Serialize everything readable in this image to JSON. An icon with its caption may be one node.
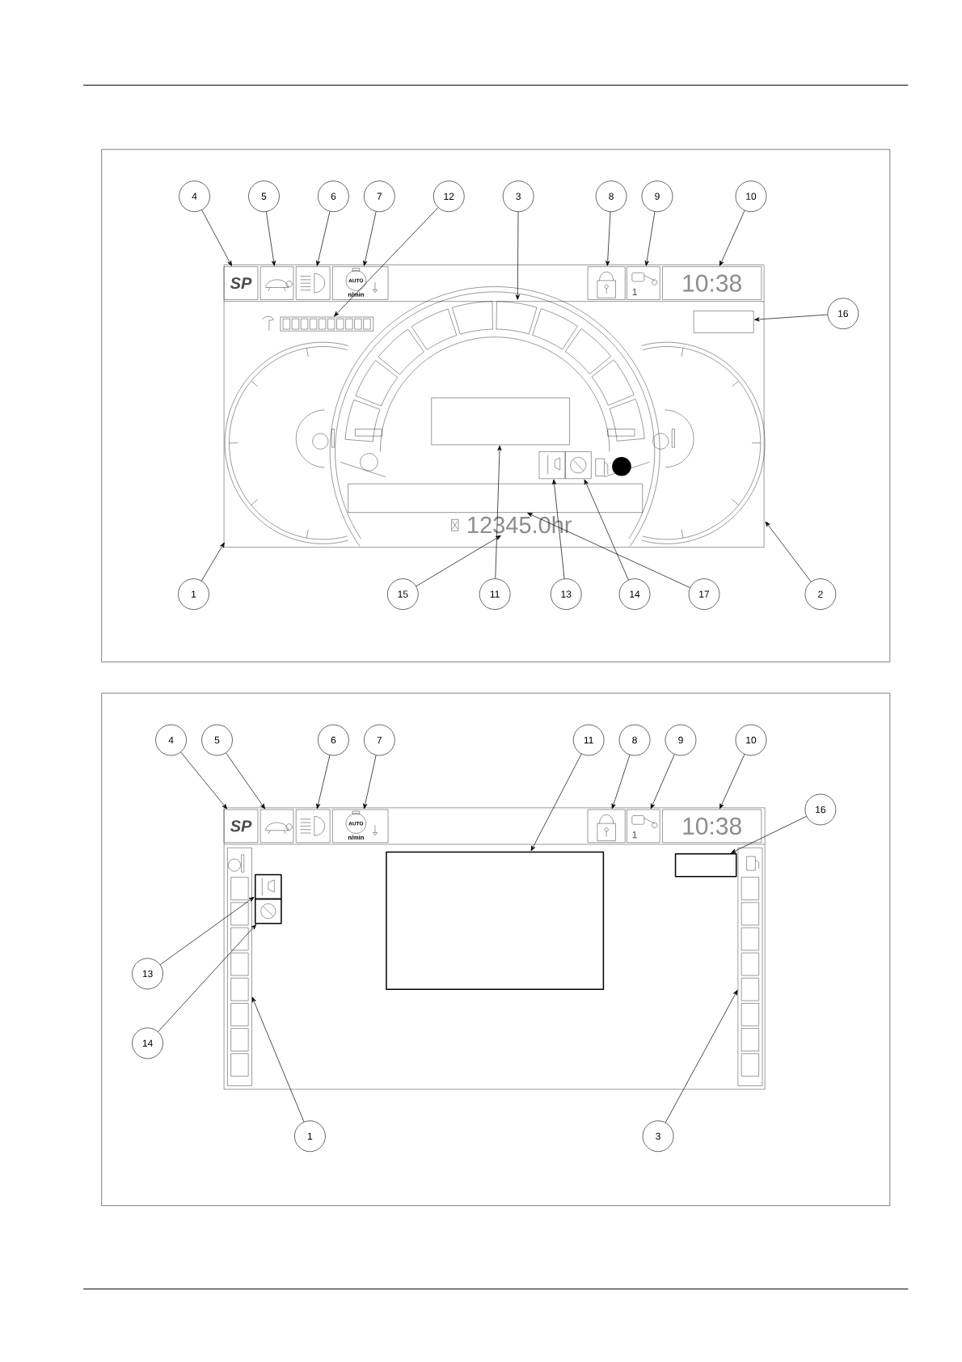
{
  "diagram": {
    "nodes": [
      {
        "text": [
          "4"
        ]
      },
      {
        "text": [
          "5"
        ]
      },
      {
        "text": [
          "6"
        ]
      },
      {
        "text": [
          "7"
        ]
      },
      {
        "text": [
          "12"
        ]
      },
      {
        "text": [
          "3"
        ]
      },
      {
        "text": [
          "8"
        ]
      },
      {
        "text": [
          "9"
        ]
      },
      {
        "text": [
          "10"
        ]
      },
      {
        "text": [
          "16"
        ]
      },
      {
        "text": [
          "1"
        ]
      },
      {
        "text": [
          "15"
        ]
      },
      {
        "text": [
          "11"
        ]
      },
      {
        "text": [
          "13"
        ]
      },
      {
        "text": [
          "14"
        ]
      },
      {
        "text": [
          "17"
        ]
      },
      {
        "text": [
          "2"
        ]
      },
      {
        "text": [
          "4"
        ]
      },
      {
        "text": [
          "5"
        ]
      },
      {
        "text": [
          "6"
        ]
      },
      {
        "text": [
          "7"
        ]
      },
      {
        "text": [
          "11"
        ]
      },
      {
        "text": [
          "8"
        ]
      },
      {
        "text": [
          "9"
        ]
      },
      {
        "text": [
          "10"
        ]
      },
      {
        "text": [
          "16"
        ]
      },
      {
        "text": [
          "13"
        ]
      },
      {
        "text": [
          "14"
        ]
      },
      {
        "text": [
          "1"
        ]
      },
      {
        "text": [
          "3"
        ]
      },
      {
        "text": [
          "SP"
        ]
      },
      {
        "text": [],
        "shape": "picture"
      },
      {
        "text": [],
        "shape": "picture"
      },
      {
        "text": [
          "AUTO",
          "n/min"
        ]
      },
      {
        "text": [],
        "shape": "bar"
      },
      {
        "text": [],
        "shape": "segment"
      },
      {
        "text": [],
        "shape": "picture"
      },
      {
        "text": [
          "1"
        ]
      },
      {
        "text": [
          "10:38"
        ]
      },
      {
        "text": [],
        "shape": "box"
      },
      {
        "text": [],
        "shape": "gauge"
      },
      {
        "text": [
          "12345.0hr"
        ]
      },
      {
        "text": [],
        "shape": "box"
      },
      {
        "text": [],
        "shape": "picture"
      },
      {
        "text": [],
        "shape": "picture"
      },
      {
        "text": [],
        "shape": "box"
      },
      {
        "text": [],
        "shape": "gauge"
      },
      {
        "text": [
          "SP"
        ]
      },
      {
        "text": [],
        "shape": "picture"
      },
      {
        "text": [],
        "shape": "picture"
      },
      {
        "text": [
          "AUTO",
          "n/min"
        ]
      },
      {
        "text": [],
        "shape": "box"
      },
      {
        "text": [],
        "shape": "picture"
      },
      {
        "text": [
          "1"
        ]
      },
      {
        "text": [
          "10:38"
        ]
      },
      {
        "text": [],
        "shape": "box"
      },
      {
        "text": [],
        "shape": "picture"
      },
      {
        "text": [],
        "shape": "picture"
      },
      {
        "text": [],
        "shape": "bar"
      },
      {
        "text": [],
        "shape": "bar"
      }
    ],
    "edges": [
      {
        "from": 0,
        "to": 30,
        "arrow": "to"
      },
      {
        "from": 1,
        "to": 31,
        "arrow": "to"
      },
      {
        "from": 2,
        "to": 32,
        "arrow": "to"
      },
      {
        "from": 3,
        "to": 33,
        "arrow": "to"
      },
      {
        "from": 4,
        "to": 34,
        "arrow": "to"
      },
      {
        "from": 5,
        "to": 35,
        "arrow": "to"
      },
      {
        "from": 6,
        "to": 36,
        "arrow": "to"
      },
      {
        "from": 7,
        "to": 37,
        "arrow": "to"
      },
      {
        "from": 8,
        "to": 38,
        "arrow": "to"
      },
      {
        "from": 9,
        "to": 39,
        "arrow": "to"
      },
      {
        "from": 10,
        "to": 40,
        "arrow": "to"
      },
      {
        "from": 11,
        "to": 41,
        "arrow": "to"
      },
      {
        "from": 12,
        "to": 42,
        "arrow": "to"
      },
      {
        "from": 13,
        "to": 43,
        "arrow": "to"
      },
      {
        "from": 14,
        "to": 44,
        "arrow": "to"
      },
      {
        "from": 15,
        "to": 45,
        "arrow": "to"
      },
      {
        "from": 16,
        "to": 46,
        "arrow": "to"
      },
      {
        "from": 17,
        "to": 47,
        "arrow": "to"
      },
      {
        "from": 18,
        "to": 48,
        "arrow": "to"
      },
      {
        "from": 19,
        "to": 49,
        "arrow": "to"
      },
      {
        "from": 20,
        "to": 50,
        "arrow": "to"
      },
      {
        "from": 21,
        "to": 51,
        "arrow": "to"
      },
      {
        "from": 22,
        "to": 52,
        "arrow": "to"
      },
      {
        "from": 23,
        "to": 53,
        "arrow": "to"
      },
      {
        "from": 24,
        "to": 54,
        "arrow": "to"
      },
      {
        "from": 25,
        "to": 55,
        "arrow": "to"
      },
      {
        "from": 26,
        "to": 56,
        "arrow": "to"
      },
      {
        "from": 27,
        "to": 57,
        "arrow": "to"
      },
      {
        "from": 28,
        "to": 58,
        "arrow": "to"
      },
      {
        "from": 29,
        "to": 59,
        "arrow": "to"
      }
    ]
  }
}
